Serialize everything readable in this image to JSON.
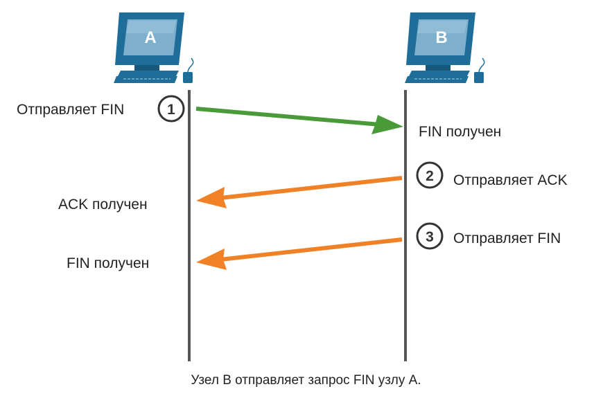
{
  "hosts": {
    "a": {
      "letter": "A"
    },
    "b": {
      "letter": "B"
    }
  },
  "steps": [
    {
      "number": "1",
      "sender_label": "Отправляет FIN",
      "receiver_label": "FIN получен",
      "color": "#4a9a3a"
    },
    {
      "number": "2",
      "sender_label": "Отправляет ACK",
      "receiver_label": "ACK получен",
      "color": "#f08127"
    },
    {
      "number": "3",
      "sender_label": "Отправляет FIN",
      "receiver_label": "FIN получен",
      "color": "#f08127"
    }
  ],
  "caption": "Узел B отправляет запрос FIN узлу A.",
  "colors": {
    "monitor": "#1e6e99",
    "screen": "#7eb0ce",
    "timeline": "#555555",
    "green_arrow": "#4a9a3a",
    "orange_arrow": "#f08127"
  }
}
